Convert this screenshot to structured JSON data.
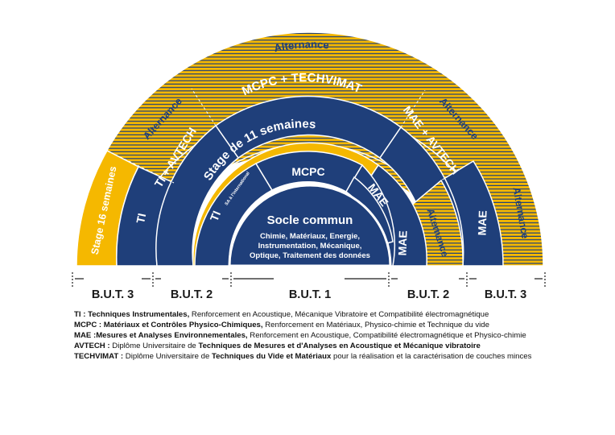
{
  "colors": {
    "navy": "#1f3f7a",
    "gold": "#f5b800",
    "stripe": "#1f3f7a",
    "white": "#ffffff",
    "text": "#111111"
  },
  "arcs": {
    "socle_title": "Socle commun",
    "socle_lines": [
      "Chimie, Matériaux, Energie,",
      "Instrumentation, Mécanique,",
      "Optique, Traitement des données"
    ],
    "but1_mcpc": "MCPC",
    "but1_ti": "TI",
    "but1_ti_note": "SA à l'international",
    "but1_mae": "MAE",
    "stage11": "Stage de 11 semaines",
    "but2_mae": "MAE",
    "but2_alternance": "Alternance",
    "but2_mcpc": "MCPC + TECHVIMAT",
    "but2_ti": "TI + AVTECH",
    "but2_mae_avtech": "MAE + AVTECH",
    "but3_ti": "TI",
    "but3_mae": "MAE",
    "stage16": "Stage 16 semaines",
    "alt_top": "Alternance",
    "alt_left": "Alternance",
    "alt_right": "Alternance",
    "alt_far_right": "Alternance"
  },
  "scale": [
    "B.U.T. 3",
    "B.U.T. 2",
    "B.U.T. 1",
    "B.U.T. 2",
    "B.U.T. 3"
  ],
  "legend": [
    {
      "abbr": "TI :",
      "bold": "Techniques Instrumentales,",
      "rest": " Renforcement en Acoustique, Mécanique Vibratoire et Compatibilité électromagnétique"
    },
    {
      "abbr": "MCPC :",
      "bold": "Matériaux et Contrôles Physico-Chimiques,",
      "rest": " Renforcement en Matériaux, Physico-chimie et Technique du vide"
    },
    {
      "abbr": "MAE :",
      "bold": "Mesures et Analyses Environnementales,",
      "rest": " Renforcement en Acoustique, Compatibilité électromagnétique et Physico-chimie"
    },
    {
      "abbr": "AVTECH :",
      "pre": " Diplôme Universitaire de ",
      "bold": "Techniques de Mesures et d'Analyses en Acoustique et Mécanique vibratoire",
      "rest": ""
    },
    {
      "abbr": "TECHVIMAT :",
      "pre": " Diplôme Universitaire de ",
      "bold": "Techniques du Vide et Matériaux",
      "rest": " pour la réalisation et la caractérisation de couches minces"
    }
  ]
}
